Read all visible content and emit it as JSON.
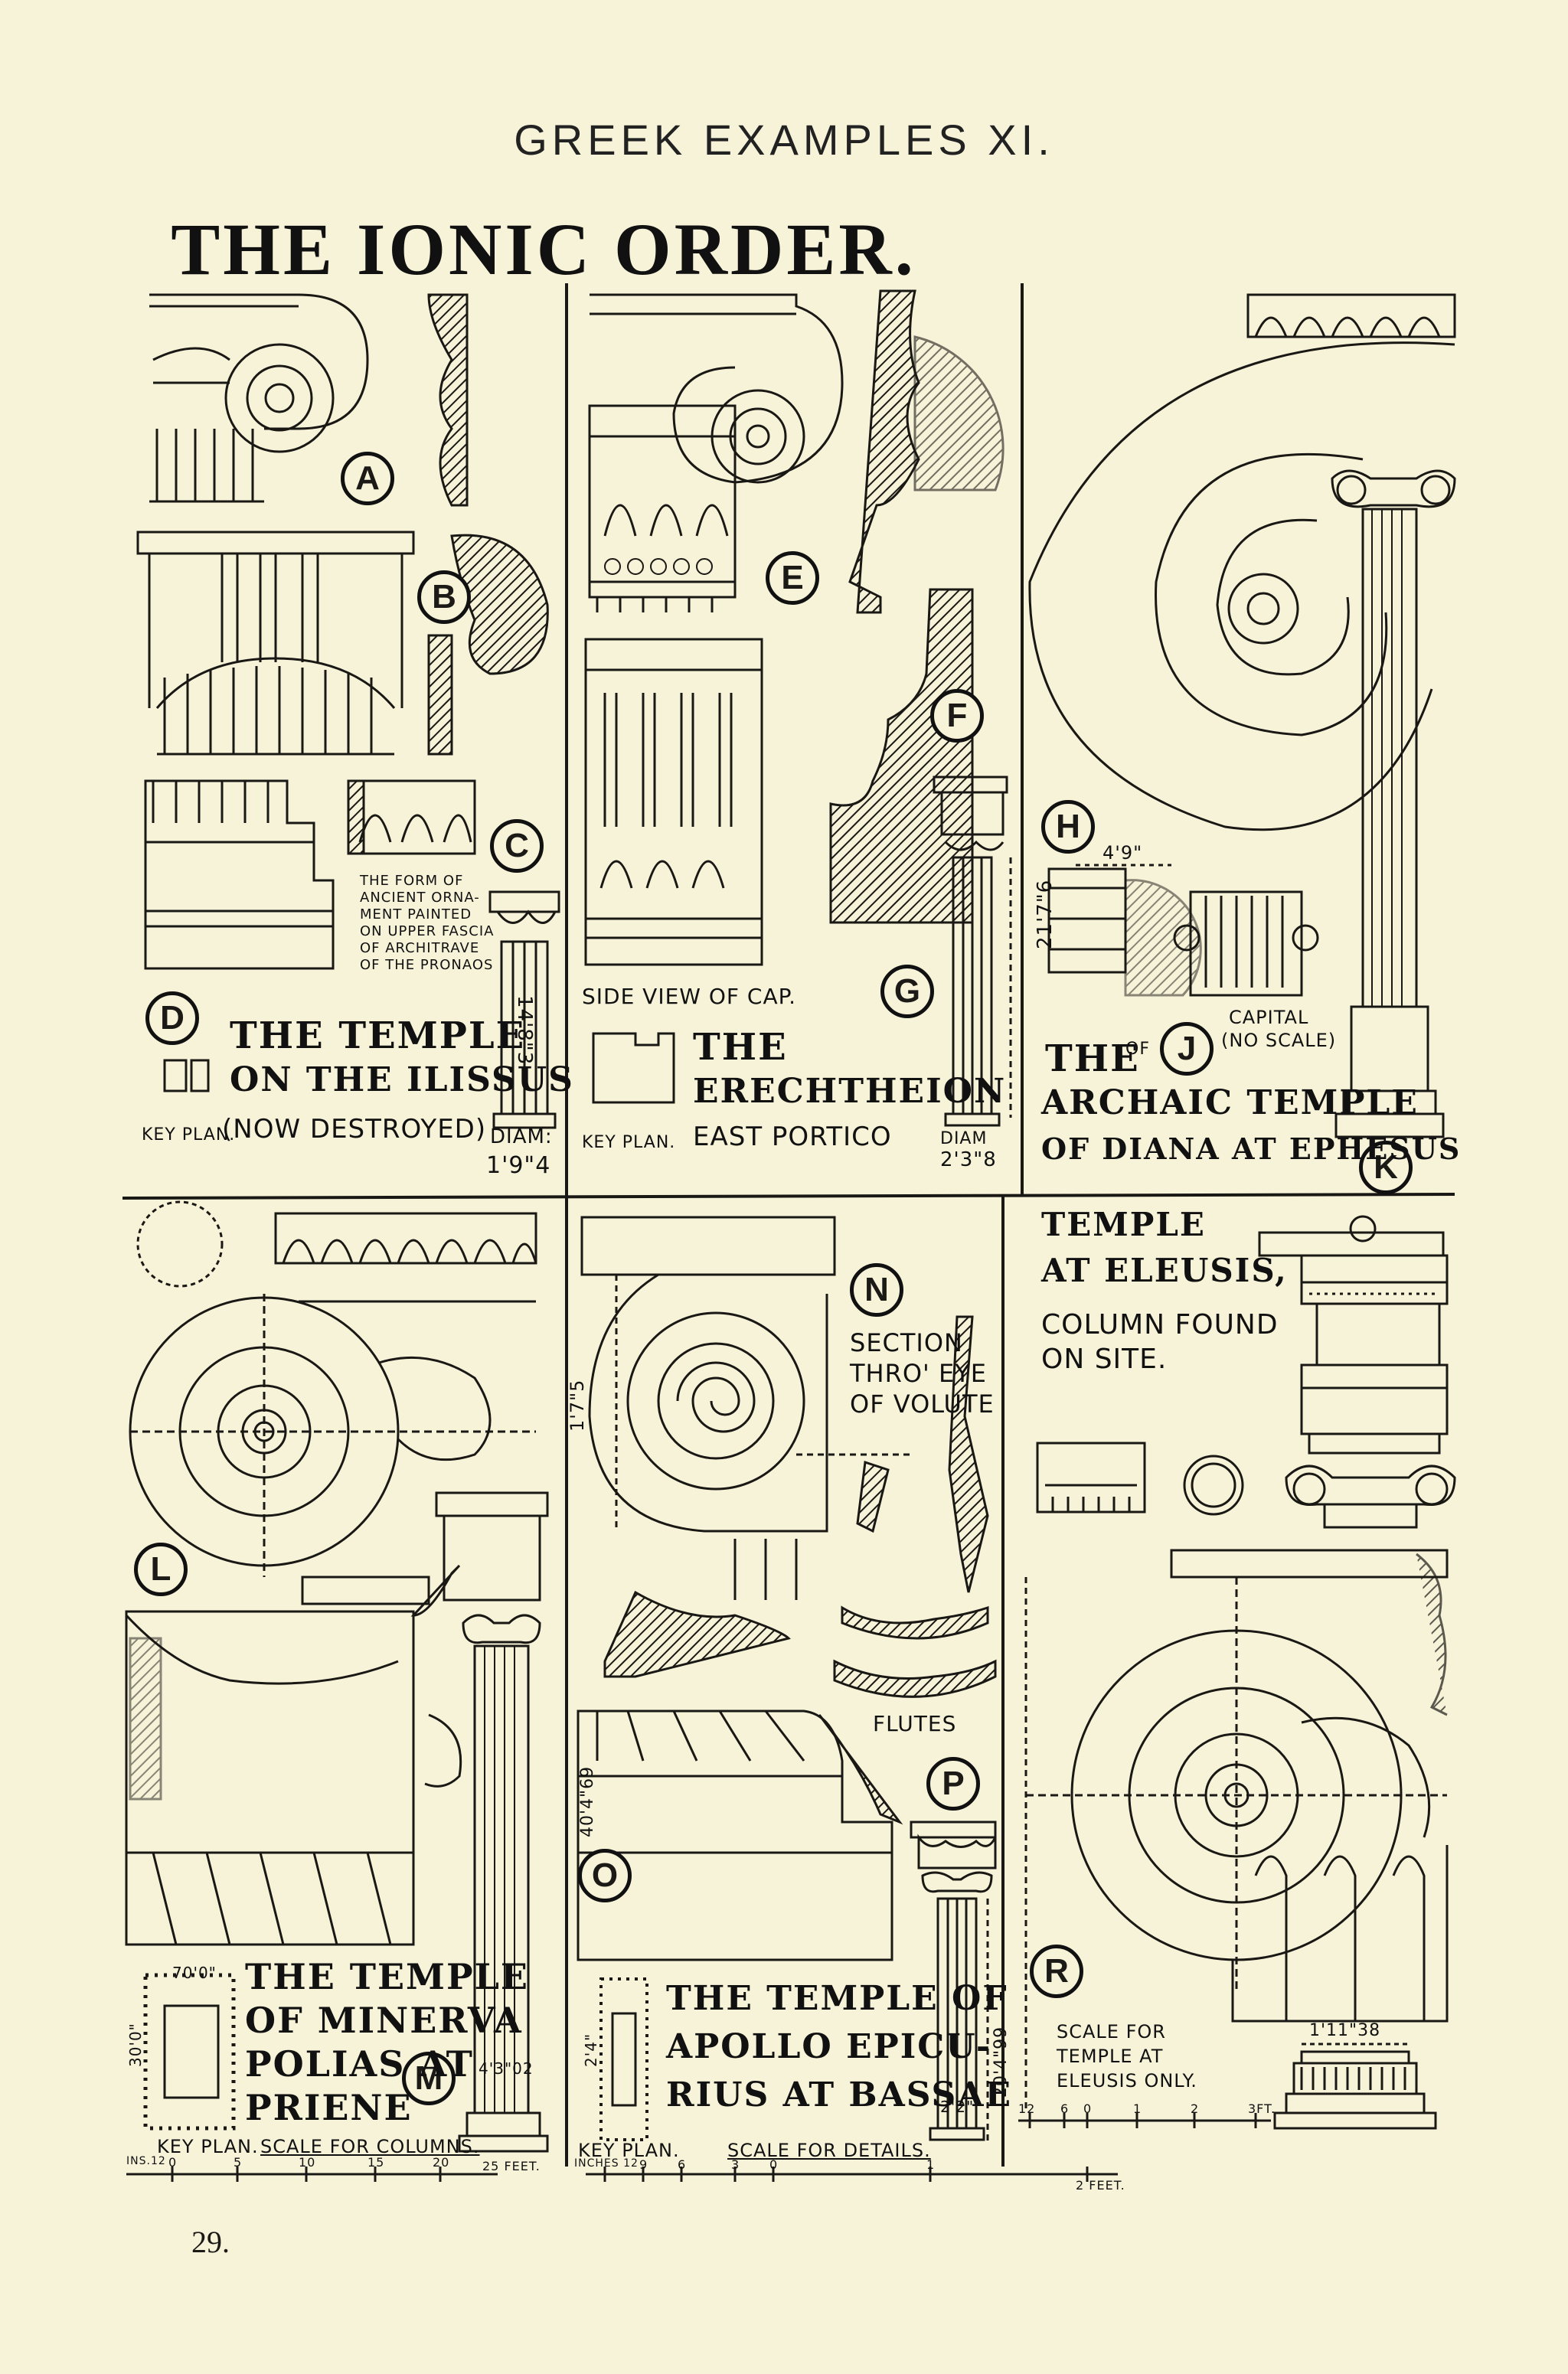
{
  "header": "GREEK EXAMPLES XI.",
  "title": "THE IONIC ORDER.",
  "page_number": "29.",
  "markers": {
    "A": "A",
    "B": "B",
    "C": "C",
    "D": "D",
    "E": "E",
    "F": "F",
    "G": "G",
    "H": "H",
    "J": "J",
    "K": "K",
    "L": "L",
    "M": "M",
    "N": "N",
    "O": "O",
    "P": "P",
    "R": "R"
  },
  "ilissus": {
    "note": [
      "THE FORM OF",
      "ANCIENT ORNA-",
      "MENT PAINTED",
      "ON UPPER FASCIA",
      "OF ARCHITRAVE",
      "OF THE PRONAOS"
    ],
    "name_1": "THE TEMPLE",
    "name_2": "ON THE ILISSUS",
    "name_3": "(NOW DESTROYED)",
    "key_plan": "KEY PLAN.",
    "height": "14'8\"3",
    "diam_label": "DIAM:",
    "diam": "1'9\"4"
  },
  "erechtheion": {
    "side_view": "SIDE VIEW OF CAP.",
    "name_1": "THE",
    "name_2": "ERECHTHEION",
    "name_3": "EAST PORTICO",
    "key_plan": "KEY PLAN.",
    "height": "21'7\"6",
    "diam_label": "DIAM",
    "diam": "2'3\"8"
  },
  "diana": {
    "dim": "4'9\"",
    "capital": "CAPITAL",
    "no_scale": "(NO SCALE)",
    "name_1": "THE",
    "name_of": "OF",
    "name_2": "ARCHAIC TEMPLE",
    "name_3": "OF DIANA AT EPHESUS"
  },
  "minerva": {
    "name_1": "THE TEMPLE",
    "name_2": "OF MINERVA",
    "name_3": "POLIAS AT",
    "name_4": "PRIENE",
    "key_plan": "KEY PLAN.",
    "scale": "SCALE FOR COLUMNS.",
    "scale_ticks": [
      "INS.12",
      "0",
      "5",
      "10",
      "15",
      "20",
      "25 FEET."
    ],
    "height": "40'4\"69",
    "diam": "4'3\"02",
    "plan_w": "70'0\"",
    "plan_h": "30'0\""
  },
  "bassae": {
    "section": [
      "SECTION",
      "THRO' EYE",
      "OF VOLUTE"
    ],
    "flutes": "FLUTES",
    "height_cap": "1'7\"5",
    "name_1": "THE TEMPLE OF",
    "name_2": "APOLLO EPICU-",
    "name_3": "RIUS AT BASSAE",
    "key_plan": "KEY PLAN.",
    "scale": "SCALE FOR DETAILS.",
    "scale_ticks": [
      "INCHES 12",
      "9",
      "6",
      "3",
      "0",
      "1",
      "2 FEET."
    ],
    "height": "20'4\"99",
    "diam": "2'2\"",
    "plan_h": "2'4\""
  },
  "eleusis": {
    "name_1": "TEMPLE",
    "name_2": "AT ELEUSIS,",
    "name_3": "COLUMN FOUND",
    "name_4": "ON SITE.",
    "scale_1": "SCALE FOR",
    "scale_2": "TEMPLE AT",
    "scale_3": "ELEUSIS ONLY.",
    "scale_ticks": [
      "12",
      "6",
      "0",
      "1",
      "2",
      "3FT."
    ],
    "base_dim": "1'11\"38"
  }
}
